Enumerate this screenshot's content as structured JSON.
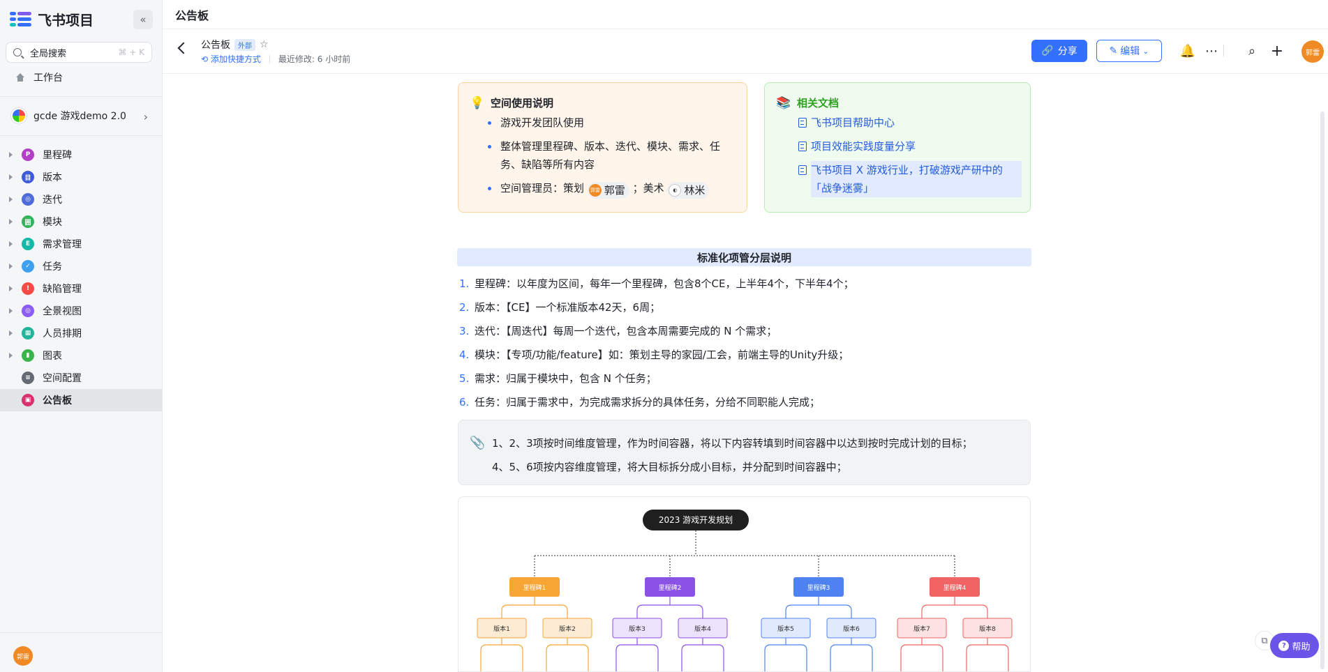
{
  "app": {
    "name": "飞书项目",
    "collapse_glyph": "«"
  },
  "search": {
    "label": "全局搜索",
    "shortcut": "⌘ + K"
  },
  "nav_top": {
    "workbench": "工作台"
  },
  "space": {
    "name": "gcde 游戏demo 2.0"
  },
  "sidebar": {
    "items": [
      {
        "label": "里程碑",
        "color": "#b43ec9",
        "glyph": "P"
      },
      {
        "label": "版本",
        "color": "#3f5bd9",
        "glyph": "目"
      },
      {
        "label": "迭代",
        "color": "#4f6bdb",
        "glyph": "◎"
      },
      {
        "label": "模块",
        "color": "#34b35c",
        "glyph": "囲"
      },
      {
        "label": "需求管理",
        "color": "#14b8a6",
        "glyph": "E"
      },
      {
        "label": "任务",
        "color": "#3fa0f0",
        "glyph": "✓"
      },
      {
        "label": "缺陷管理",
        "color": "#f54a45",
        "glyph": "!"
      },
      {
        "label": "全景视图",
        "color": "#8b5cf6",
        "glyph": "◎"
      },
      {
        "label": "人员排期",
        "color": "#22b59b",
        "glyph": "▦"
      },
      {
        "label": "图表",
        "color": "#3ab54a",
        "glyph": "▮"
      },
      {
        "label": "空间配置",
        "color": "#646a73",
        "glyph": "≡"
      },
      {
        "label": "公告板",
        "color": "#d6336c",
        "glyph": "▣"
      }
    ],
    "user_avatar": "郭雷"
  },
  "topbar": {
    "title": "公告板"
  },
  "doc": {
    "title": "公告板",
    "badge": "外部",
    "star_glyph": "☆",
    "shortcut": "添加快捷方式",
    "modified": "最近修改: 6 小时前",
    "share": "分享",
    "edit": "编辑",
    "me": "郭雷"
  },
  "usage": {
    "emoji": "💡",
    "title": "空间使用说明",
    "item1": "游戏开发团队使用",
    "item2": "整体管理里程碑、版本、迭代、模块、需求、任务、缺陷等所有内容",
    "item3_prefix": "空间管理员：策划",
    "admin1": "郭雷",
    "mid": "；美术",
    "admin2": "林米"
  },
  "related": {
    "emoji": "📚",
    "title": "相关文档",
    "link1": "飞书项目帮助中心",
    "link2": "项目效能实践度量分享",
    "link3": "飞书项目 X 游戏行业，打破游戏产研中的「战争迷雾」"
  },
  "layers": {
    "heading": "标准化项管分层说明",
    "items": [
      {
        "num": "1.",
        "text": "里程碑：以年度为区间，每年一个里程碑，包含8个CE，上半年4个，下半年4个；"
      },
      {
        "num": "2.",
        "text": "版本：【CE】一个标准版本42天，6周；"
      },
      {
        "num": "3.",
        "text": "迭代：【周迭代】每周一个迭代，包含本周需要完成的 N 个需求；"
      },
      {
        "num": "4.",
        "text": "模块：【专项/功能/feature】如：策划主导的家园/工会，前端主导的Unity升级；"
      },
      {
        "num": "5.",
        "text": "需求：归属于模块中，包含 N 个任务；"
      },
      {
        "num": "6.",
        "text": "任务：归属于需求中，为完成需求拆分的具体任务，分给不同职能人完成；"
      }
    ]
  },
  "note": {
    "line1": "1、2、3项按时间维度管理，作为时间容器，将以下内容转填到时间容器中以达到按时完成计划的目标；",
    "line2": "4、5、6项按内容维度管理，将大目标拆分成小目标，并分配到时间容器中；"
  },
  "mindmap": {
    "root": "2023 游戏开发规划",
    "groups": [
      {
        "label": "里程碑1",
        "color": "#f7a535",
        "fill": "#fdebd3",
        "children": [
          "版本1",
          "版本2"
        ]
      },
      {
        "label": "里程碑2",
        "color": "#8b52e6",
        "fill": "#ece2fb",
        "children": [
          "版本3",
          "版本4"
        ]
      },
      {
        "label": "里程碑3",
        "color": "#4d82f0",
        "fill": "#e1eafd",
        "children": [
          "版本5",
          "版本6"
        ]
      },
      {
        "label": "里程碑4",
        "color": "#f06464",
        "fill": "#fde2e2",
        "children": [
          "版本7",
          "版本8"
        ]
      }
    ]
  },
  "help": {
    "label": "帮助"
  }
}
